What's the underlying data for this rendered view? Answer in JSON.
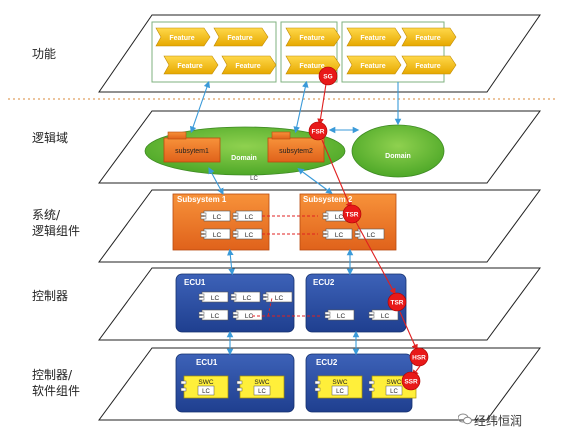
{
  "layers": {
    "function": "功能",
    "logic_domain": "逻辑域",
    "system_line1": "系统/",
    "system_line2": "逻辑组件",
    "controller": "控制器",
    "sw_line1": "控制器/",
    "sw_line2": "软件组件"
  },
  "function_layer": {
    "feature_label": "Feature",
    "sg_badge": "SG"
  },
  "logic_layer": {
    "subsystem1": "subsytem1",
    "subsystem2": "subsytem2",
    "domain_label": "Domain",
    "domain2_label": "Domain",
    "fsr_badge": "FSR",
    "lc_label": "LC"
  },
  "system_layer": {
    "subsystem1_title": "Subsystem 1",
    "subsystem2_title": "Subsystem 2",
    "lc": "LC",
    "tsr_badge": "TSR"
  },
  "controller_layer": {
    "ecu1": "ECU1",
    "ecu2": "ECU2",
    "lc": "LC",
    "tsr_badge": "TSR"
  },
  "software_layer": {
    "ecu1": "ECU1",
    "ecu2": "ECU2",
    "swc": "SWC",
    "lc": "LC",
    "hsr_badge": "HSR",
    "ssr_badge": "SSR"
  },
  "watermark": "经纬恒润"
}
